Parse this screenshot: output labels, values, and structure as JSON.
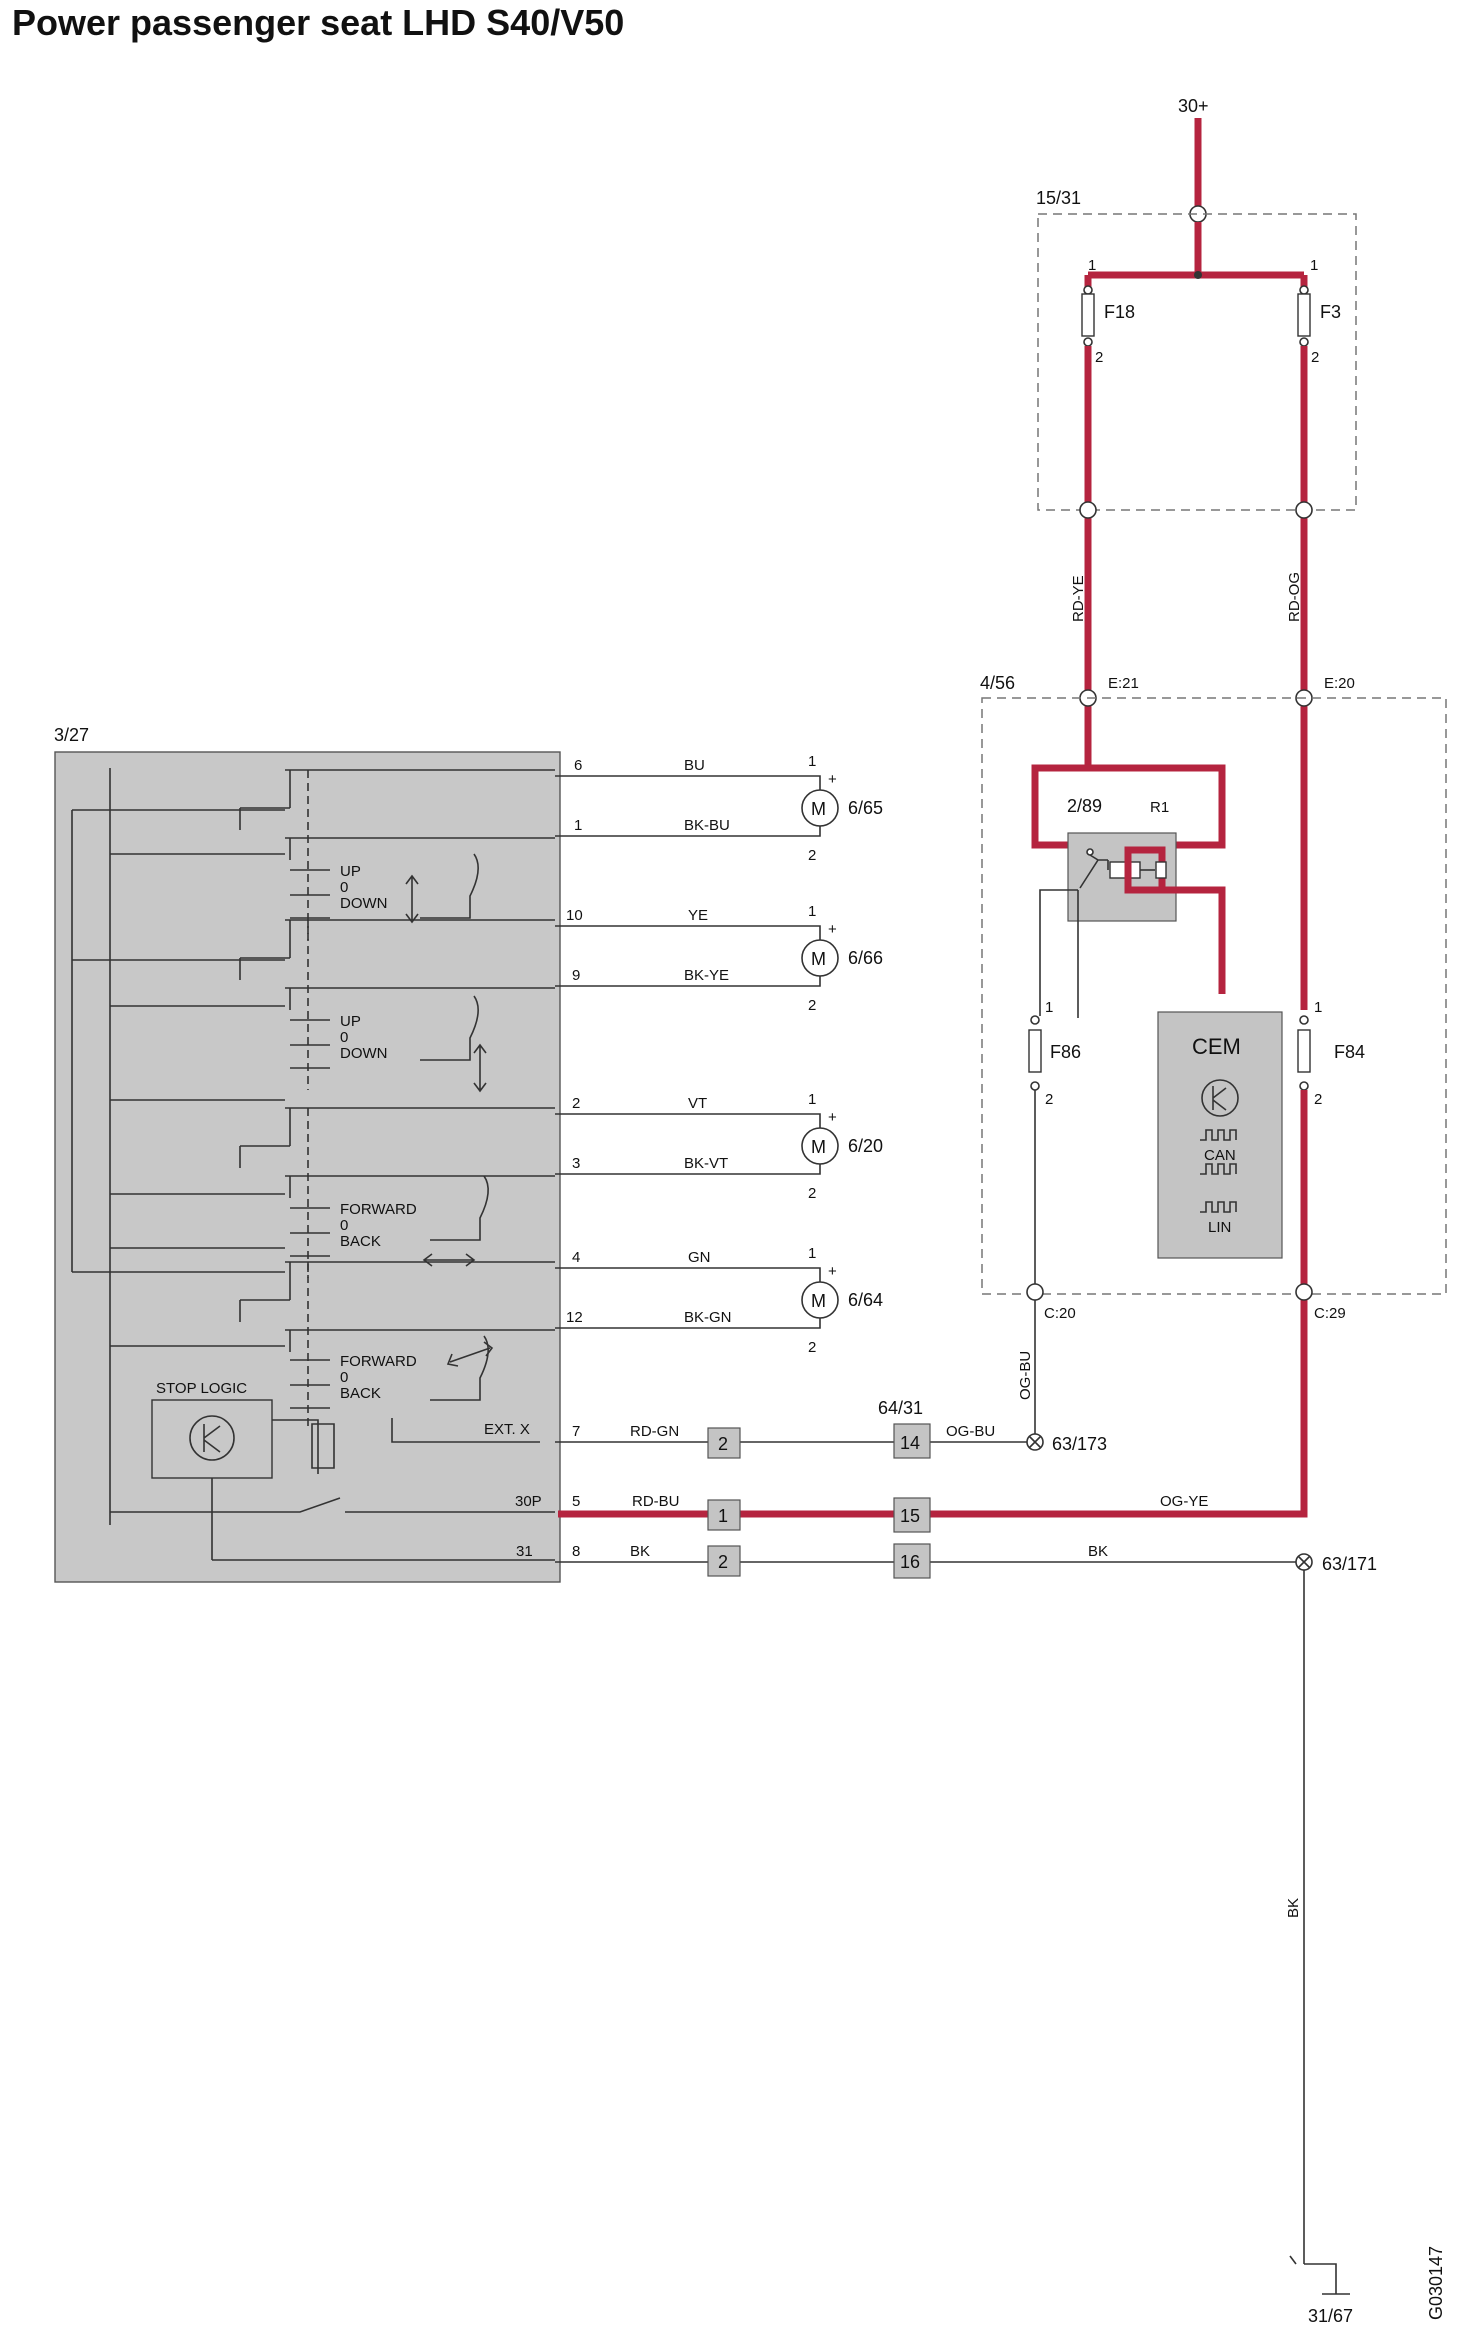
{
  "title": "Power passenger seat LHD S40/V50",
  "image_code": "G030147",
  "supply": "30+",
  "ground": "31/67",
  "fusebox": {
    "ref": "15/31",
    "fuses": [
      {
        "name": "F18",
        "pin_top": "1",
        "pin_bottom": "2"
      },
      {
        "name": "F3",
        "pin_top": "1",
        "pin_bottom": "2"
      }
    ]
  },
  "wires": {
    "rd_ye": "RD-YE",
    "rd_og": "RD-OG",
    "og_bu_v": "OG-BU",
    "bk_v": "BK"
  },
  "cem_module": {
    "ref": "4/56",
    "term_left": "E:21",
    "term_right": "E:20",
    "relay": "2/89",
    "relay_contact": "R1",
    "cem_label": "CEM",
    "can": "CAN",
    "lin": "LIN",
    "fuse_left": {
      "name": "F86",
      "pin_top": "1",
      "pin_bottom": "2"
    },
    "fuse_right": {
      "name": "F84",
      "pin_top": "1",
      "pin_bottom": "2"
    },
    "term_c20": "C:20",
    "term_c29": "C:29"
  },
  "seat_module": {
    "ref": "3/27",
    "switches": [
      {
        "l1": "UP",
        "l2": "0",
        "l3": "DOWN"
      },
      {
        "l1": "UP",
        "l2": "0",
        "l3": "DOWN"
      },
      {
        "l1": "FORWARD",
        "l2": "0",
        "l3": "BACK"
      },
      {
        "l1": "FORWARD",
        "l2": "0",
        "l3": "BACK"
      }
    ],
    "stop_logic": "STOP LOGIC",
    "ext_x": "EXT. X",
    "p30": "30P",
    "p31": "31"
  },
  "motors": [
    {
      "ref": "6/65",
      "top_pin": "6",
      "top_color": "BU",
      "bot_pin": "1",
      "bot_color": "BK-BU",
      "m_pin_top": "1",
      "m_pin_bot": "2",
      "symbol": "M",
      "plus": "+"
    },
    {
      "ref": "6/66",
      "top_pin": "10",
      "top_color": "YE",
      "bot_pin": "9",
      "bot_color": "BK-YE",
      "m_pin_top": "1",
      "m_pin_bot": "2",
      "symbol": "M",
      "plus": "+"
    },
    {
      "ref": "6/20",
      "top_pin": "2",
      "top_color": "VT",
      "bot_pin": "3",
      "bot_color": "BK-VT",
      "m_pin_top": "1",
      "m_pin_bot": "2",
      "symbol": "M",
      "plus": "+"
    },
    {
      "ref": "6/64",
      "top_pin": "4",
      "top_color": "GN",
      "bot_pin": "12",
      "bot_color": "BK-GN",
      "m_pin_top": "1",
      "m_pin_bot": "2",
      "symbol": "M",
      "plus": "+"
    }
  ],
  "bottom_wires": [
    {
      "pin": "7",
      "color": "RD-GN",
      "conn_a": "2",
      "conn_b": "14",
      "right_color": "OG-BU",
      "splice": "63/173"
    },
    {
      "pin": "5",
      "color": "RD-BU",
      "conn_a": "1",
      "conn_b": "15",
      "right_color": "OG-YE"
    },
    {
      "pin": "8",
      "color": "BK",
      "conn_a": "2",
      "conn_b": "16",
      "right_color": "BK",
      "splice": "63/171"
    }
  ],
  "connector_b_ref": "64/31"
}
